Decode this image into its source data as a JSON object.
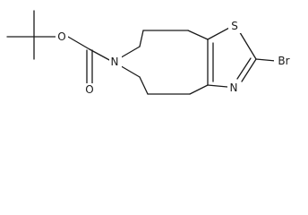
{
  "molecule": {
    "atoms": {
      "O_ether": "O",
      "O_carbonyl": "O",
      "N_ring": "N",
      "S_ring": "S",
      "N_thiazole": "N",
      "Br": "Br"
    }
  }
}
